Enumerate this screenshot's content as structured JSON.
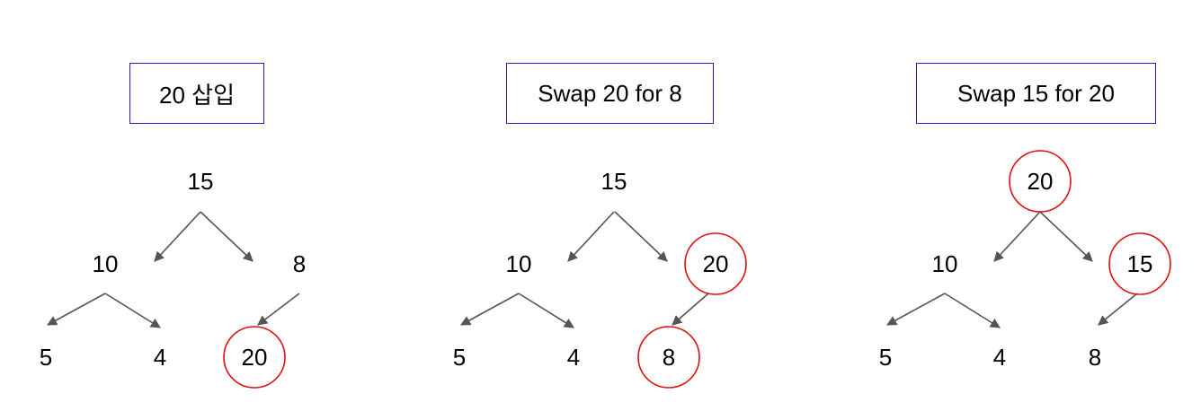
{
  "panels": [
    {
      "title": "20 삽입",
      "nodes": [
        {
          "id": "root",
          "label": "15",
          "highlight": false
        },
        {
          "id": "l",
          "label": "10",
          "highlight": false
        },
        {
          "id": "r",
          "label": "8",
          "highlight": false
        },
        {
          "id": "ll",
          "label": "5",
          "highlight": false
        },
        {
          "id": "lr",
          "label": "4",
          "highlight": false
        },
        {
          "id": "rl",
          "label": "20",
          "highlight": true
        }
      ],
      "edges": [
        [
          "root",
          "l"
        ],
        [
          "root",
          "r"
        ],
        [
          "l",
          "ll"
        ],
        [
          "l",
          "lr"
        ],
        [
          "r",
          "rl"
        ]
      ]
    },
    {
      "title": "Swap 20 for 8",
      "nodes": [
        {
          "id": "root",
          "label": "15",
          "highlight": false
        },
        {
          "id": "l",
          "label": "10",
          "highlight": false
        },
        {
          "id": "r",
          "label": "20",
          "highlight": true
        },
        {
          "id": "ll",
          "label": "5",
          "highlight": false
        },
        {
          "id": "lr",
          "label": "4",
          "highlight": false
        },
        {
          "id": "rl",
          "label": "8",
          "highlight": true
        }
      ],
      "edges": [
        [
          "root",
          "l"
        ],
        [
          "root",
          "r"
        ],
        [
          "l",
          "ll"
        ],
        [
          "l",
          "lr"
        ],
        [
          "r",
          "rl"
        ]
      ]
    },
    {
      "title": "Swap 15 for 20",
      "nodes": [
        {
          "id": "root",
          "label": "20",
          "highlight": true
        },
        {
          "id": "l",
          "label": "10",
          "highlight": false
        },
        {
          "id": "r",
          "label": "15",
          "highlight": true
        },
        {
          "id": "ll",
          "label": "5",
          "highlight": false
        },
        {
          "id": "lr",
          "label": "4",
          "highlight": false
        },
        {
          "id": "rl",
          "label": "8",
          "highlight": false
        }
      ],
      "edges": [
        [
          "root",
          "l"
        ],
        [
          "root",
          "r"
        ],
        [
          "l",
          "ll"
        ],
        [
          "l",
          "lr"
        ],
        [
          "r",
          "rl"
        ]
      ]
    }
  ],
  "colors": {
    "title_border": "#2020c0",
    "highlight": "#e01010",
    "edge": "#555555",
    "text": "#000000"
  }
}
